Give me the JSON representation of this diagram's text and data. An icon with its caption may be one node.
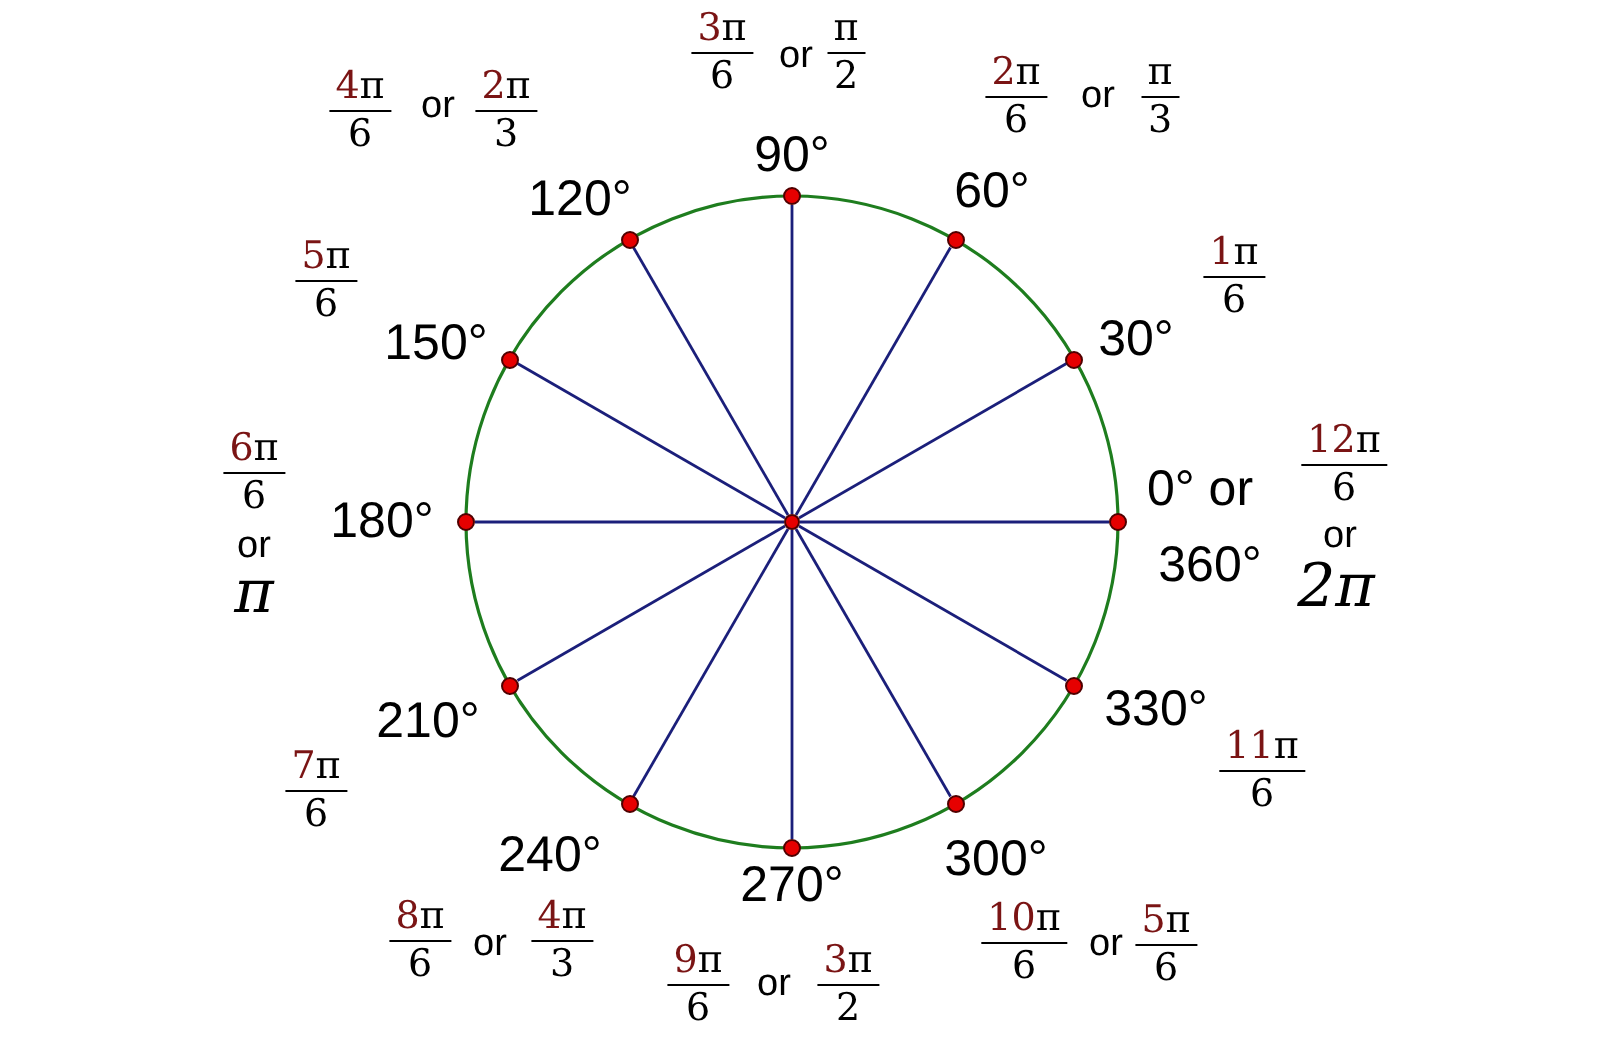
{
  "diagram": {
    "nodes": [
      {
        "text": [],
        "shape": "circle"
      },
      {
        "text": [],
        "shape": "circle",
        "beside": [
          "0° or",
          "360°",
          "12π",
          "6",
          "or",
          "2π"
        ]
      },
      {
        "text": [],
        "shape": "circle",
        "beside": [
          "30°",
          "1π",
          "6"
        ]
      },
      {
        "text": [],
        "shape": "circle",
        "beside": [
          "60°",
          "2π",
          "6",
          "or",
          "π",
          "3"
        ]
      },
      {
        "text": [],
        "shape": "circle",
        "beside": [
          "90°",
          "3π",
          "6",
          "or",
          "π",
          "2"
        ]
      },
      {
        "text": [],
        "shape": "circle",
        "beside": [
          "120°",
          "4π",
          "6",
          "or",
          "2π",
          "3"
        ]
      },
      {
        "text": [],
        "shape": "circle",
        "beside": [
          "150°",
          "5π",
          "6"
        ]
      },
      {
        "text": [],
        "shape": "circle",
        "beside": [
          "180°",
          "6π",
          "6",
          "or",
          "π"
        ]
      },
      {
        "text": [],
        "shape": "circle",
        "beside": [
          "210°",
          "7π",
          "6"
        ]
      },
      {
        "text": [],
        "shape": "circle",
        "beside": [
          "240°",
          "8π",
          "6",
          "or",
          "4π",
          "3"
        ]
      },
      {
        "text": [],
        "shape": "circle",
        "beside": [
          "270°",
          "9π",
          "6",
          "or",
          "3π",
          "2"
        ]
      },
      {
        "text": [],
        "shape": "circle",
        "beside": [
          "300°",
          "10π",
          "6",
          "or",
          "5π",
          "6"
        ]
      },
      {
        "text": [],
        "shape": "circle",
        "beside": [
          "330°",
          "11π",
          "6"
        ]
      }
    ],
    "edges": [
      {
        "from": 0,
        "to": 1,
        "arrow": "none"
      },
      {
        "from": 0,
        "to": 2,
        "arrow": "none"
      },
      {
        "from": 0,
        "to": 3,
        "arrow": "none"
      },
      {
        "from": 0,
        "to": 4,
        "arrow": "none"
      },
      {
        "from": 0,
        "to": 5,
        "arrow": "none"
      },
      {
        "from": 0,
        "to": 6,
        "arrow": "none"
      },
      {
        "from": 0,
        "to": 7,
        "arrow": "none"
      },
      {
        "from": 0,
        "to": 8,
        "arrow": "none"
      },
      {
        "from": 0,
        "to": 9,
        "arrow": "none"
      },
      {
        "from": 0,
        "to": 10,
        "arrow": "none"
      },
      {
        "from": 0,
        "to": 11,
        "arrow": "none"
      },
      {
        "from": 0,
        "to": 12,
        "arrow": "none"
      }
    ]
  }
}
